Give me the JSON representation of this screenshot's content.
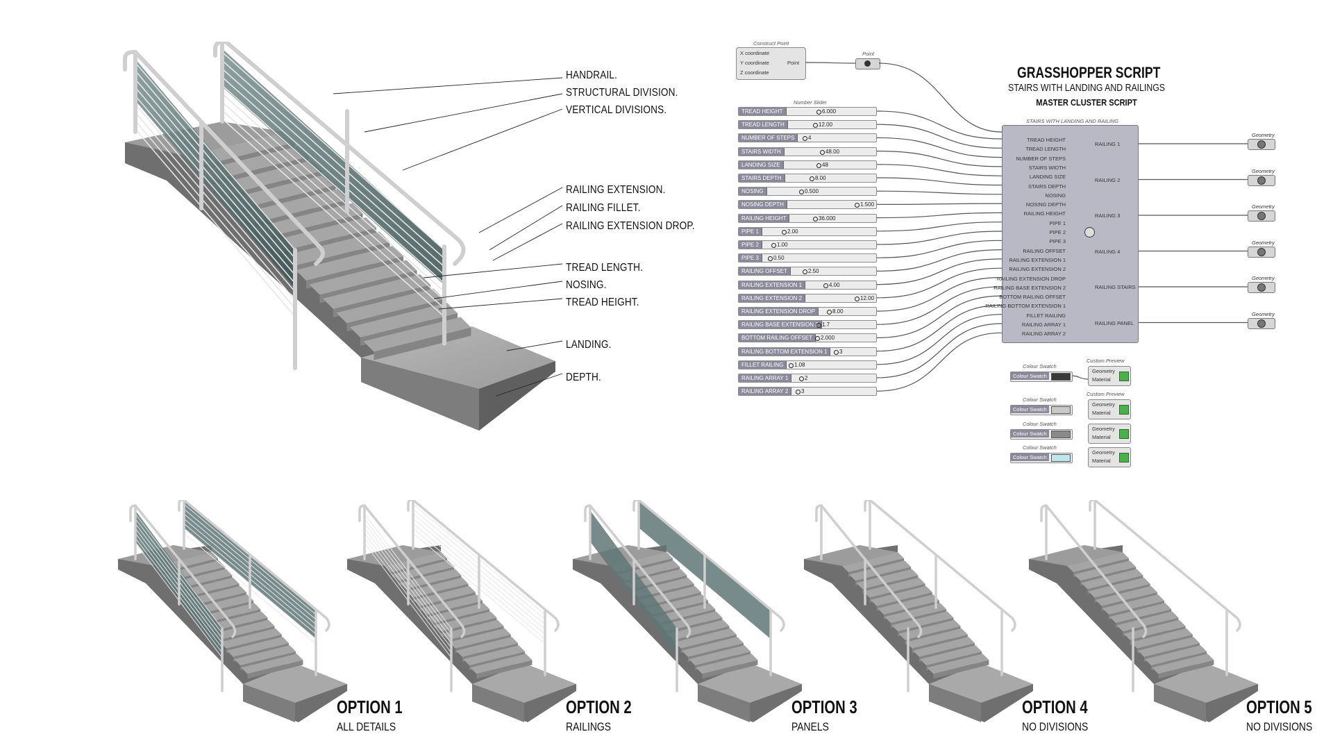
{
  "main_labels": [
    "HANDRAIL.",
    "STRUCTURAL DIVISION.",
    "VERTICAL DIVISIONS.",
    "RAILING EXTENSION.",
    "RAILING FILLET.",
    "RAILING EXTENSION DROP.",
    "TREAD LENGTH.",
    "NOSING.",
    "TREAD HEIGHT.",
    "LANDING.",
    "DEPTH."
  ],
  "grasshopper": {
    "title": "GRASSHOPPER SCRIPT",
    "subtitle": "STAIRS WITH LANDING AND RAILINGS",
    "subtitle2": "MASTER CLUSTER SCRIPT",
    "construct_point": {
      "caption": "Construct Point",
      "inputs": [
        "X coordinate",
        "Y coordinate",
        "Z coordinate"
      ],
      "output": "Point"
    },
    "point_caption": "Point",
    "number_slider_caption": "Number Slider",
    "sliders": [
      {
        "name": "TREAD HEIGHT",
        "value": "6.000"
      },
      {
        "name": "TREAD LENGTH",
        "value": "12.00"
      },
      {
        "name": "NUMBER OF STEPS",
        "value": "4"
      },
      {
        "name": "STAIRS WIDTH",
        "value": "48.00"
      },
      {
        "name": "LANDING SIZE",
        "value": "48"
      },
      {
        "name": "STAIRS DEPTH",
        "value": "8.00"
      },
      {
        "name": "NOSING",
        "value": "0.500"
      },
      {
        "name": "NOSING DEPTH",
        "value": "1.500"
      },
      {
        "name": "RAILING HEIGHT",
        "value": "36.000"
      },
      {
        "name": "PIPE 1",
        "value": "2.00"
      },
      {
        "name": "PIPE 2",
        "value": "1.00"
      },
      {
        "name": "PIPE 3",
        "value": "0.50"
      },
      {
        "name": "RAILING OFFSET",
        "value": "2.50"
      },
      {
        "name": "RAILING EXTENSION 1",
        "value": "4.00"
      },
      {
        "name": "RAILING EXTENSION 2",
        "value": "12.00"
      },
      {
        "name": "RAILING EXTENSION DROP",
        "value": "8.00"
      },
      {
        "name": "RAILING BASE EXTENSION 2",
        "value": "1.7"
      },
      {
        "name": "BOTTOM RAILING OFFSET",
        "value": "2.000"
      },
      {
        "name": "RAILING BOTTOM EXTENSION 1",
        "value": "3"
      },
      {
        "name": "FILLET RAILING",
        "value": "1.08"
      },
      {
        "name": "RAILING ARRAY 1",
        "value": "2"
      },
      {
        "name": "RAILING ARRAY 2",
        "value": "3"
      }
    ],
    "cluster": {
      "caption": "STAIRS WITH LANDING AND RAILING",
      "inputs": [
        "TREAD HEIGHT",
        "TREAD LENGTH",
        "NUMBER OF STEPS",
        "STAIRS WIDTH",
        "LANDING SIZE",
        "STAIRS DEPTH",
        "NOSING",
        "NOSING DEPTH",
        "RAILING HEIGHT",
        "PIPE 1",
        "PIPE 2",
        "PIPE 3",
        "RAILING OFFSET",
        "RAILING EXTENSION 1",
        "RAILING EXTENSION 2",
        "RAILING EXTENSION DROP",
        "RAILING BASE EXTENSION 2",
        "BOTTOM RAILING OFFSET",
        "RAILING BOTTOM EXTENSION 1",
        "FILLET RAILING",
        "RAILING ARRAY 1",
        "RAILING ARRAY 2"
      ],
      "outputs": [
        "RAILING 1",
        "RAILING 2",
        "RAILING 3",
        "RAILING 4",
        "RAILING STAIRS",
        "RAILING PANEL"
      ]
    },
    "geometry_caption": "Geometry",
    "colour_swatch_caption": "Colour Swatch",
    "colour_swatch_label": "Colour Swatch",
    "custom_preview_caption": "Custom Preview",
    "preview_inputs": [
      "Geometry",
      "Material"
    ],
    "swatch_colors": [
      "#3a3a3a",
      "#c9c9c9",
      "#8a8a8a",
      "#bfe6ee"
    ]
  },
  "options": [
    {
      "title": "OPTION 1",
      "subtitle": "ALL DETAILS"
    },
    {
      "title": "OPTION 2",
      "subtitle": "RAILINGS"
    },
    {
      "title": "OPTION 3",
      "subtitle": "PANELS"
    },
    {
      "title": "OPTION 4",
      "subtitle": "NO DIVISIONS"
    },
    {
      "title": "OPTION 5",
      "subtitle": "NO DIVISIONS"
    }
  ],
  "colors": {
    "concrete_top": "#a9a9a9",
    "concrete_side": "#777777",
    "glass": "#5f7777",
    "rail": "#d8d8d8"
  }
}
